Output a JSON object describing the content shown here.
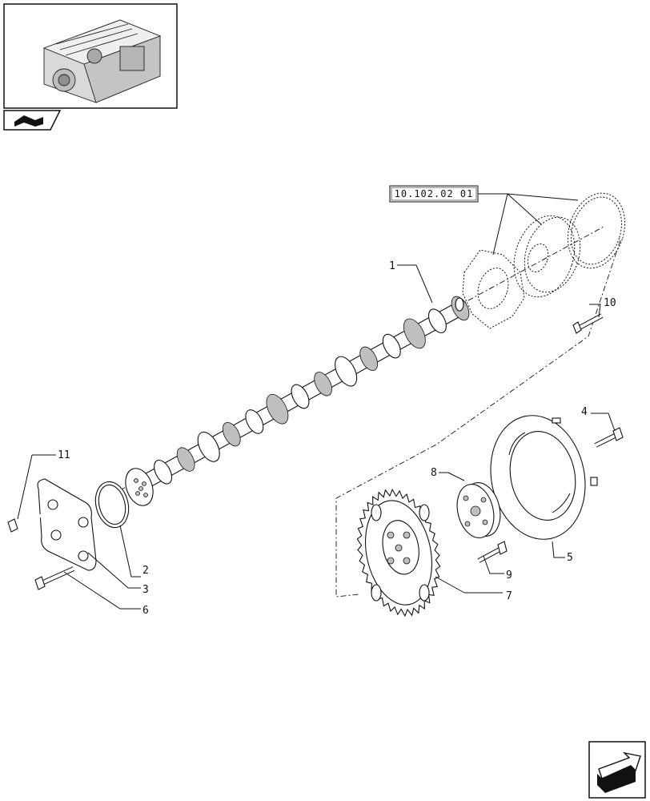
{
  "reference": {
    "code": "10.102.02 01"
  },
  "callouts": [
    {
      "id": "1",
      "text": "1"
    },
    {
      "id": "2",
      "text": "2"
    },
    {
      "id": "3",
      "text": "3"
    },
    {
      "id": "4",
      "text": "4"
    },
    {
      "id": "5",
      "text": "5"
    },
    {
      "id": "6",
      "text": "6"
    },
    {
      "id": "7",
      "text": "7"
    },
    {
      "id": "8",
      "text": "8"
    },
    {
      "id": "9",
      "text": "9"
    },
    {
      "id": "10",
      "text": "10"
    },
    {
      "id": "11",
      "text": "11"
    }
  ],
  "icons": {
    "thumbnail": "engine-thumbnail-icon",
    "section": "book-tab-icon",
    "next_page": "next-page-arrow-icon"
  }
}
